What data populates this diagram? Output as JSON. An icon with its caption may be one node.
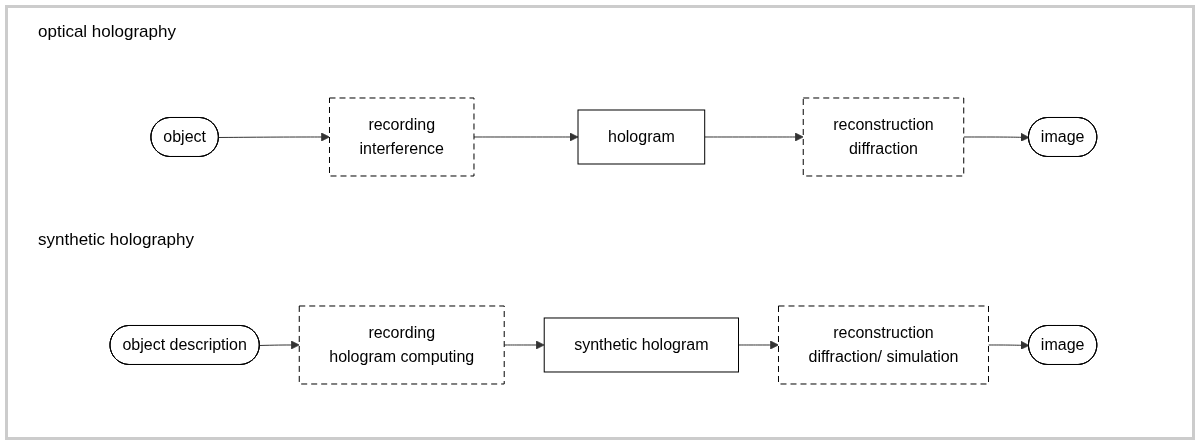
{
  "diagram": {
    "nodes": [
      {
        "text": [
          "object"
        ]
      },
      {
        "text": [
          "recording",
          "interference"
        ]
      },
      {
        "text": [
          "hologram"
        ]
      },
      {
        "text": [
          "reconstruction",
          "diffraction"
        ]
      },
      {
        "text": [
          "image"
        ]
      },
      {
        "text": [
          "object description"
        ]
      },
      {
        "text": [
          "recording",
          "hologram computing"
        ]
      },
      {
        "text": [
          "synthetic hologram"
        ]
      },
      {
        "text": [
          "reconstruction",
          "diffraction/ simulation"
        ]
      },
      {
        "text": [
          "image"
        ]
      }
    ],
    "edges": [
      {
        "from": 0,
        "to": 1,
        "arrow": "to"
      },
      {
        "from": 1,
        "to": 2,
        "arrow": "to"
      },
      {
        "from": 2,
        "to": 3,
        "arrow": "to"
      },
      {
        "from": 3,
        "to": 4,
        "arrow": "to"
      },
      {
        "from": 5,
        "to": 6,
        "arrow": "to"
      },
      {
        "from": 6,
        "to": 7,
        "arrow": "to"
      },
      {
        "from": 7,
        "to": 8,
        "arrow": "to"
      },
      {
        "from": 8,
        "to": 9,
        "arrow": "to"
      }
    ],
    "labels": [
      "optical holography",
      "synthetic holography"
    ]
  }
}
